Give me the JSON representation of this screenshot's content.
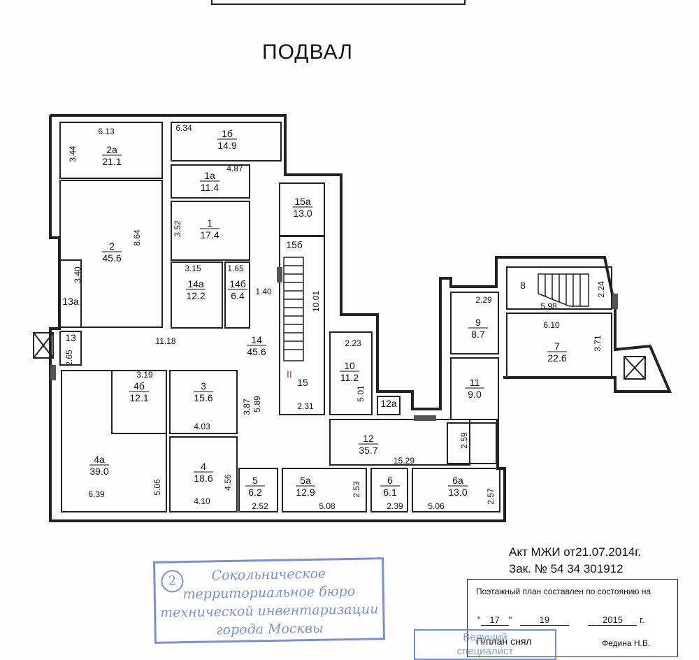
{
  "title": "ПОДВАЛ",
  "act": {
    "line1": "Акт МЖИ от21.07.2014г.",
    "line2": "Зак. № 54 34 301912"
  },
  "stamp": {
    "number": "2",
    "lines": [
      "Сокольническое",
      "территориальное бюро",
      "технической инвентаризации",
      "города Москвы"
    ],
    "color": "#6d84c9"
  },
  "info_box": {
    "heading": "Поэтажный план составлен по состоянию на",
    "day": "17",
    "month": "19",
    "year": "2015",
    "year_suffix": "г.",
    "signed_label": "П/план снял",
    "person": "Федина Н.В."
  },
  "stamp2": {
    "lines": [
      "Ведущий",
      "специалист"
    ]
  },
  "rooms": [
    {
      "id": "room-1b",
      "name": "1б",
      "area": "14.9"
    },
    {
      "id": "room-1a",
      "name": "1а",
      "area": "11.4"
    },
    {
      "id": "room-1",
      "name": "1",
      "area": "17.4"
    },
    {
      "id": "room-2a",
      "name": "2а",
      "area": "21.1"
    },
    {
      "id": "room-2",
      "name": "2",
      "area": "45.6"
    },
    {
      "id": "room-13a",
      "name": "13а",
      "area": ""
    },
    {
      "id": "room-13",
      "name": "13",
      "area": ""
    },
    {
      "id": "room-14a",
      "name": "14а",
      "area": "12.2"
    },
    {
      "id": "room-14b",
      "name": "14б",
      "area": "6.4"
    },
    {
      "id": "room-14",
      "name": "14",
      "area": "45.6"
    },
    {
      "id": "room-15a",
      "name": "15а",
      "area": "13.0"
    },
    {
      "id": "room-15b",
      "name": "15б",
      "area": ""
    },
    {
      "id": "room-15",
      "name": "15",
      "area": ""
    },
    {
      "id": "room-4b",
      "name": "4б",
      "area": "12.1"
    },
    {
      "id": "room-3",
      "name": "3",
      "area": "15.6"
    },
    {
      "id": "room-4a",
      "name": "4а",
      "area": "39.0"
    },
    {
      "id": "room-4",
      "name": "4",
      "area": "18.6"
    },
    {
      "id": "room-10",
      "name": "10",
      "area": "11.2"
    },
    {
      "id": "room-12a",
      "name": "12а",
      "area": ""
    },
    {
      "id": "room-12",
      "name": "12",
      "area": "35.7"
    },
    {
      "id": "room-5",
      "name": "5",
      "area": "6.2"
    },
    {
      "id": "room-5a",
      "name": "5а",
      "area": "12.9"
    },
    {
      "id": "room-6",
      "name": "6",
      "area": "6.1"
    },
    {
      "id": "room-6a",
      "name": "6а",
      "area": "13.0"
    },
    {
      "id": "room-9",
      "name": "9",
      "area": "8.7"
    },
    {
      "id": "room-11",
      "name": "11",
      "area": "9.0"
    },
    {
      "id": "room-8",
      "name": "8",
      "area": ""
    },
    {
      "id": "room-7",
      "name": "7",
      "area": "22.6"
    }
  ],
  "dimensions": [
    "6.13",
    "3.44",
    "8.64",
    "3.40",
    "2.65",
    "6.34",
    "4.87",
    "3.52",
    "3.15",
    "1.65",
    "1.40",
    "11.18",
    "10.01",
    "3.19",
    "3.87",
    "5.89",
    "4.03",
    "4.56",
    "4.10",
    "5.06",
    "6.39",
    "2.31",
    "2.23",
    "5.01",
    "15.29",
    "2.52",
    "5.08",
    "2.53",
    "2.39",
    "5.06",
    "2.57",
    "2.59",
    "2.29",
    "5.98",
    "2.24",
    "6.10",
    "3.71"
  ],
  "stair_marker": "II"
}
